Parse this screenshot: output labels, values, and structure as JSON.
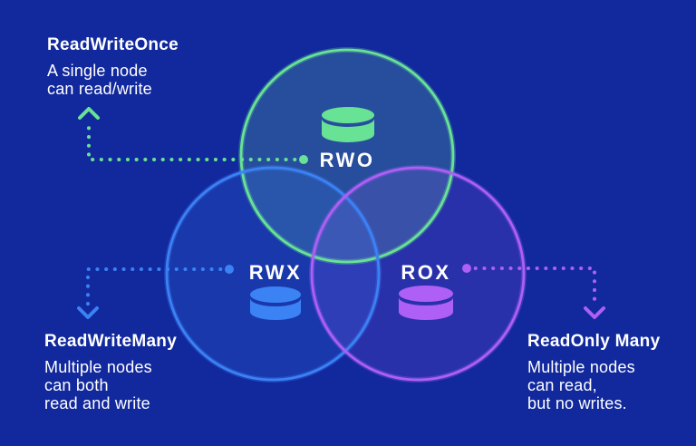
{
  "colors": {
    "background": "#12299d",
    "text": "#ffffff",
    "green": "#68e295",
    "blue": "#3b82f5",
    "purple": "#ae5ff5"
  },
  "icons": {
    "database": "cylinder-shape",
    "arrow_up": "chevron-up",
    "arrow_down": "chevron-down",
    "end_dot": "filled-circle"
  },
  "circles": [
    {
      "key": "rwo",
      "label": "RWO",
      "color": "#68e295"
    },
    {
      "key": "rwx",
      "label": "RWX",
      "color": "#3b82f5"
    },
    {
      "key": "rox",
      "label": "ROX",
      "color": "#ae5ff5"
    }
  ],
  "annotations": {
    "rwo": {
      "heading": "ReadWriteOnce",
      "lines": [
        "A single node",
        "can read/write"
      ]
    },
    "rwx": {
      "heading": "ReadWriteMany",
      "lines": [
        "Multiple nodes",
        "can both",
        "read and write"
      ]
    },
    "rox": {
      "heading": "ReadOnly Many",
      "lines": [
        "Multiple nodes",
        "can read,",
        "but no writes."
      ]
    }
  }
}
